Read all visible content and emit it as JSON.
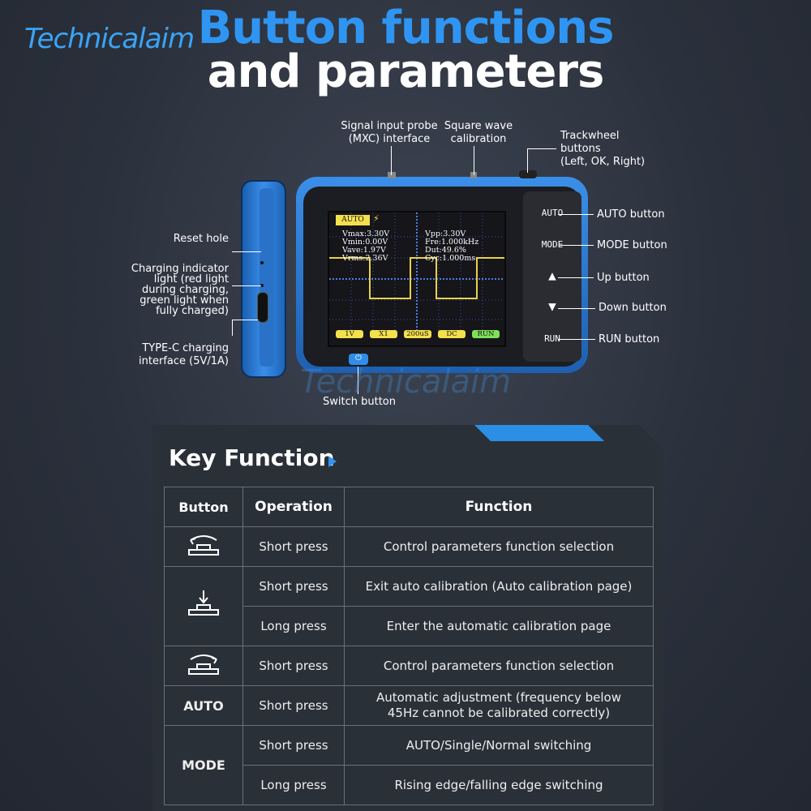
{
  "brand": "Technicalaim",
  "title_line1": "Button functions",
  "title_line2": "and parameters",
  "watermark": "Technicalaim",
  "labels": {
    "signal_probe": "Signal input probe\n(MXC) interface",
    "square_wave": "Square wave\ncalibration",
    "trackwheel": "Trackwheel\nbuttons\n(Left, OK, Right)",
    "auto_button": "AUTO button",
    "mode_button": "MODE button",
    "up_button": "Up button",
    "down_button": "Down button",
    "run_button": "RUN button",
    "reset_hole": "Reset hole",
    "charging_indicator": "Charging indicator\nlight (red light\nduring charging,\ngreen light when\nfully charged)",
    "typec": "TYPE-C charging\ninterface (5V/1A)",
    "switch_button": "Switch button"
  },
  "device": {
    "panel_buttons": [
      "AUTO",
      "MODE",
      "▲",
      "▼",
      "RUN"
    ],
    "screen": {
      "mode_tag": "AUTO",
      "trig_icon": "⚡",
      "left_readouts": [
        "Vmax:3.30V",
        "Vmin:0.00V",
        "Vave:1.97V",
        "Vrms:2.36V"
      ],
      "right_readouts": [
        "Vpp:3.30V",
        "Fre:1.000kHz",
        "Dut:49.6%",
        "Cyc:1.000ms"
      ],
      "bottom_tags": [
        "1V",
        "X1",
        "200uS",
        "DC",
        "RUN"
      ]
    },
    "power_glyph": "⏻",
    "colors": {
      "accent": "#2f95f2",
      "wave": "#e8d24a",
      "trace": "#4f7fe0",
      "tag_yellow": "#f4e04d",
      "tag_green": "#7de05a"
    }
  },
  "key_function": {
    "heading": "Key Function",
    "headers": [
      "Button",
      "Operation",
      "Function"
    ],
    "rows": [
      {
        "button_icon": "trackwheel-left-icon",
        "operation": "Short press",
        "function": "Control parameters function selection"
      },
      {
        "button_icon": "trackwheel-press-icon",
        "operation": "Short press",
        "function": "Exit auto calibration (Auto calibration page)"
      },
      {
        "operation": "Long press",
        "function": "Enter the automatic calibration page"
      },
      {
        "button_icon": "trackwheel-right-icon",
        "operation": "Short press",
        "function": "Control parameters function selection"
      },
      {
        "button": "AUTO",
        "operation": "Short press",
        "function": "Automatic adjustment (frequency below\n45Hz cannot be calibrated correctly)"
      },
      {
        "button": "MODE",
        "operation": "Short press",
        "function": "AUTO/Single/Normal switching"
      },
      {
        "operation": "Long press",
        "function": "Rising edge/falling edge switching"
      }
    ]
  }
}
